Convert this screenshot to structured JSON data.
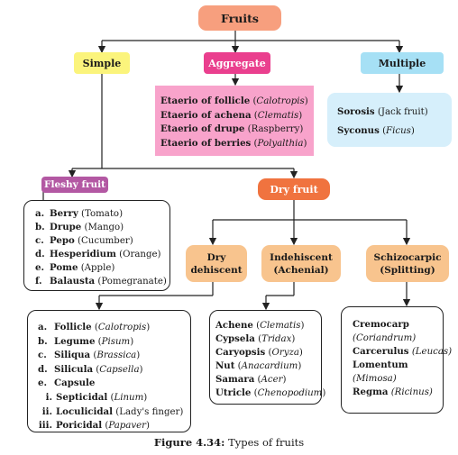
{
  "root": {
    "label": "Fruits"
  },
  "simple": {
    "label": "Simple"
  },
  "aggregate": {
    "label": "Aggregate",
    "items": [
      {
        "name": "Etaerio of follicle",
        "example": "Calotropis",
        "italic": true
      },
      {
        "name": "Etaerio of achena",
        "example": "Clematis",
        "italic": true
      },
      {
        "name": "Etaerio of drupe",
        "example": "Raspberry",
        "italic": false
      },
      {
        "name": "Etaerio of berries",
        "example": "Polyalthia",
        "italic": true
      }
    ]
  },
  "multiple": {
    "label": "Multiple",
    "items": [
      {
        "name": "Sorosis",
        "example": "Jack fruit",
        "italic": false
      },
      {
        "name": "Syconus",
        "example": "Ficus",
        "italic": true
      }
    ]
  },
  "fleshy": {
    "label": "Fleshy fruit",
    "items": [
      {
        "marker": "a.",
        "name": "Berry",
        "example": "Tomato"
      },
      {
        "marker": "b.",
        "name": "Drupe",
        "example": "Mango"
      },
      {
        "marker": "c.",
        "name": "Pepo",
        "example": "Cucumber"
      },
      {
        "marker": "d.",
        "name": "Hesperidium",
        "example": "Orange"
      },
      {
        "marker": "e.",
        "name": "Pome",
        "example": "Apple"
      },
      {
        "marker": "f.",
        "name": "Balausta",
        "example": "Pomegranate"
      }
    ]
  },
  "dry": {
    "label": "Dry fruit"
  },
  "dry_dehiscent": {
    "label_line1": "Dry",
    "label_line2": "dehiscent",
    "items": [
      {
        "marker": "a.",
        "name": "Follicle",
        "example": "Calotropis",
        "italic": true
      },
      {
        "marker": "b.",
        "name": "Legume",
        "example": "Pisum",
        "italic": true
      },
      {
        "marker": "c.",
        "name": "Siliqua",
        "example": "Brassica",
        "italic": true
      },
      {
        "marker": "d.",
        "name": "Silicula",
        "example": "Capsella",
        "italic": true
      },
      {
        "marker": "e.",
        "name": "Capsule",
        "example": "",
        "italic": false
      }
    ],
    "subitems": [
      {
        "marker": "i.",
        "name": "Septicidal",
        "example": "Linum",
        "italic": true
      },
      {
        "marker": "ii.",
        "name": "Loculicidal",
        "example": "Lady's finger",
        "italic": false
      },
      {
        "marker": "iii.",
        "name": "Poricidal",
        "example": "Papaver",
        "italic": true
      }
    ]
  },
  "indehiscent": {
    "label_line1": "Indehiscent",
    "label_line2": "(Achenial)",
    "items": [
      {
        "name": "Achene",
        "example": "Clematis"
      },
      {
        "name": "Cypsela",
        "example": "Tridax"
      },
      {
        "name": "Caryopsis",
        "example": "Oryza"
      },
      {
        "name": "Nut",
        "example": "Anacardium"
      },
      {
        "name": "Samara",
        "example": "Acer"
      },
      {
        "name": "Utricle",
        "example": "Chenopodium"
      }
    ]
  },
  "schizocarpic": {
    "label_line1": "Schizocarpic",
    "label_line2": "(Splitting)",
    "items": [
      {
        "name": "Cremocarp",
        "example": "(Coriandrum)"
      },
      {
        "name": "Carcerulus",
        "example": "(Leucas)"
      },
      {
        "name": "Lomentum",
        "example": "(Mimosa)"
      },
      {
        "name": "Regma",
        "example": "(Ricinus)"
      }
    ]
  },
  "caption": {
    "label": "Figure 4.34:",
    "text": "Types of fruits"
  },
  "colors": {
    "root": "#f79f7e",
    "simple": "#fbf47c",
    "aggregate": "#ea3f8e",
    "aggregate_list": "#f8a3cb",
    "multiple": "#a6e0f5",
    "multiple_list": "#d6effb",
    "fleshy": "#b358a3",
    "dry": "#f0733f",
    "subtype": "#f8c48e"
  }
}
